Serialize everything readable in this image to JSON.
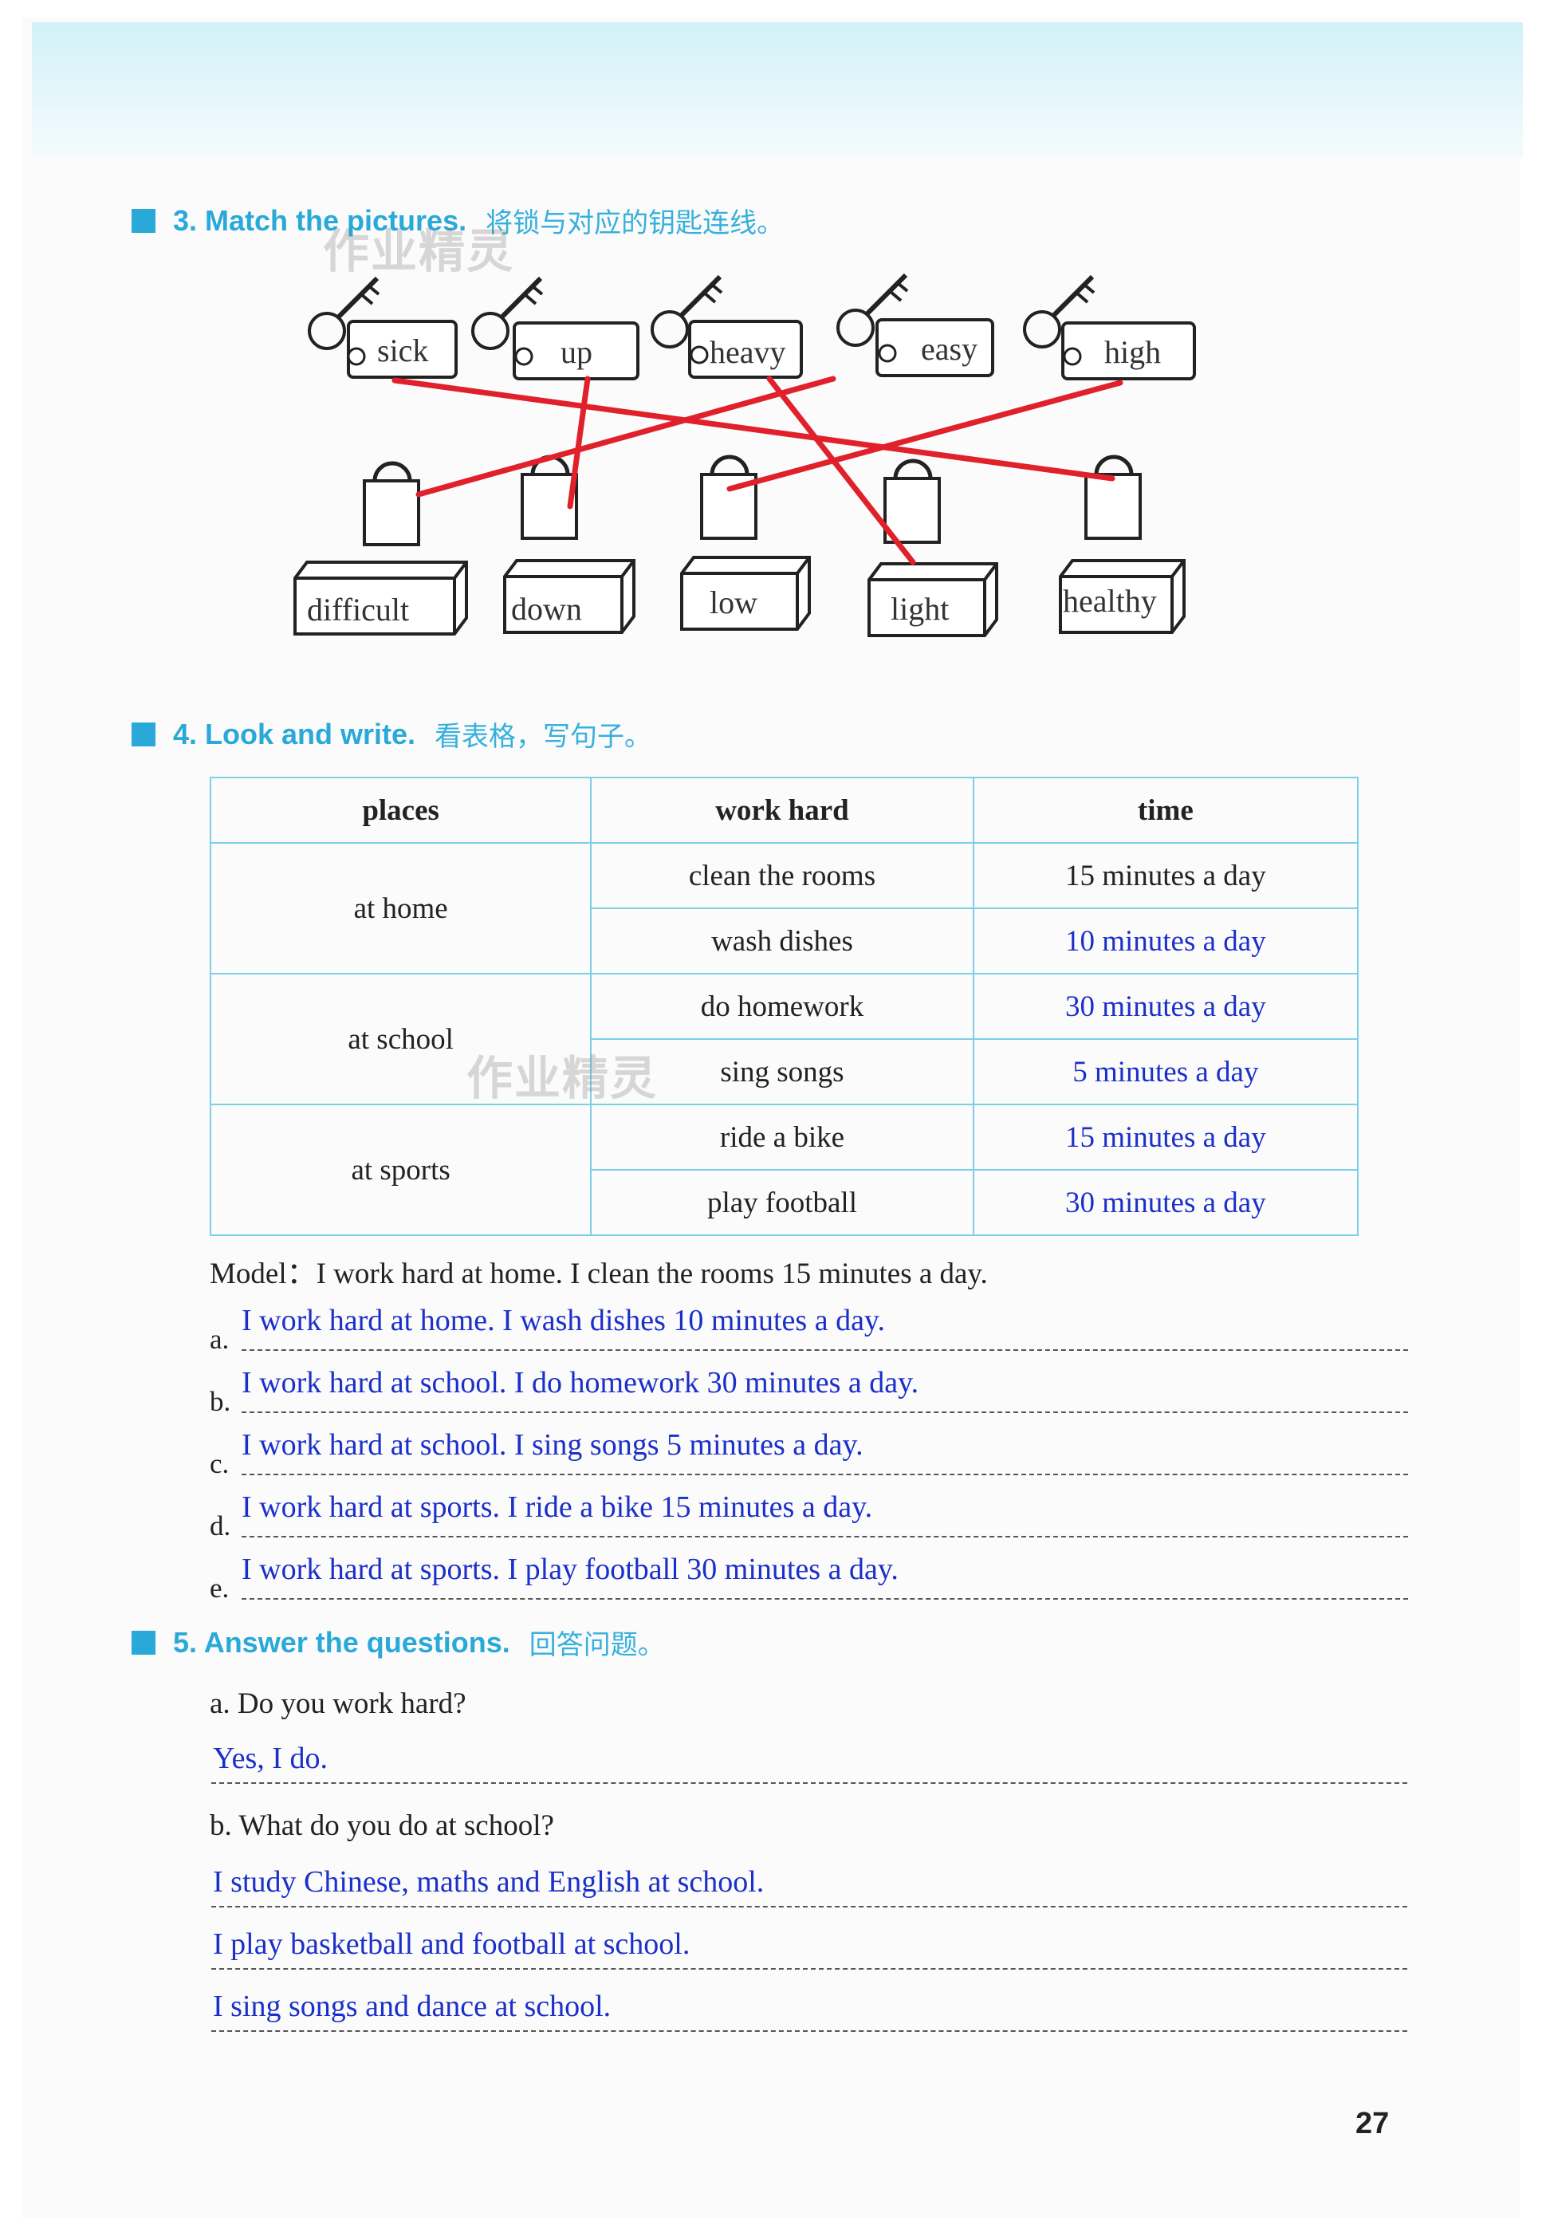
{
  "section3": {
    "title": "3. Match the pictures.",
    "title_cn": "将锁与对应的钥匙连线。",
    "keys": [
      "sick",
      "up",
      "heavy",
      "easy",
      "high"
    ],
    "locks": [
      "difficult",
      "down",
      "low",
      "light",
      "healthy"
    ],
    "match_color": "#e0212b"
  },
  "section4": {
    "title": "4. Look and write.",
    "title_cn": "看表格，写句子。",
    "headers": [
      "places",
      "work hard",
      "time"
    ],
    "places": [
      "at home",
      "at school",
      "at sports"
    ],
    "rows": [
      {
        "activity": "clean the rooms",
        "time": "15 minutes a day"
      },
      {
        "activity": "wash dishes",
        "time": "10 minutes a day"
      },
      {
        "activity": "do homework",
        "time": "30 minutes a day"
      },
      {
        "activity": "sing songs",
        "time": "5 minutes a day"
      },
      {
        "activity": "ride a bike",
        "time": "15 minutes a day"
      },
      {
        "activity": "play football",
        "time": "30 minutes a day"
      }
    ],
    "model": "Model：I work hard at home. I clean the rooms 15 minutes a day.",
    "answers": [
      {
        "label": "a.",
        "text": "I work hard at home. I wash dishes 10 minutes a day."
      },
      {
        "label": "b.",
        "text": "I work hard at school. I do homework 30 minutes a day."
      },
      {
        "label": "c.",
        "text": "I work hard at school. I sing songs 5 minutes a day."
      },
      {
        "label": "d.",
        "text": "I work hard at sports. I ride a bike 15 minutes a day."
      },
      {
        "label": "e.",
        "text": "I work hard at sports. I play football 30 minutes a day."
      }
    ]
  },
  "section5": {
    "title": "5. Answer the questions.",
    "title_cn": "回答问题。",
    "q1": "a. Do you work hard?",
    "a1": "Yes, I do.",
    "q2": "b. What do you do at school?",
    "a2": [
      "I study Chinese, maths and English at school.",
      "I play basketball and football at school.",
      "I sing songs and dance at school."
    ]
  },
  "watermark": "作业精灵",
  "page_number": "27",
  "colors": {
    "accent": "#29a9d8",
    "answer": "#1b2fc9",
    "table_border": "#7ccfe4"
  }
}
